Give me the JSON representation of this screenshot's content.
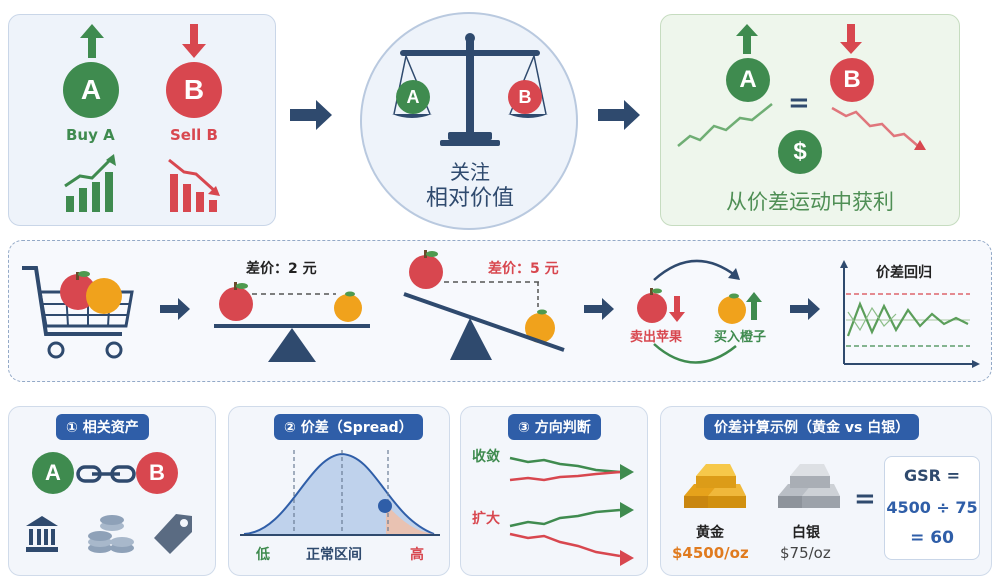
{
  "top": {
    "asset_a": "A",
    "asset_b": "B",
    "buy_label": "Buy A",
    "sell_label": "Sell B",
    "focus_line1": "关注",
    "focus_line2": "相对价值",
    "equals": "=",
    "dollar": "$",
    "profit_label": "从价差运动中获利"
  },
  "middle": {
    "spread_small": "差价：2 元",
    "spread_large": "差价：5 元",
    "sell_apple": "卖出苹果",
    "buy_orange": "买入橙子",
    "revert_title": "价差回归"
  },
  "bottom": {
    "p1_title": "① 相关资产",
    "p2_title": "② 价差（Spread）",
    "p2_low": "低",
    "p2_normal": "正常区间",
    "p2_high": "高",
    "p3_title": "③ 方向判断",
    "p3_converge": "收敛",
    "p3_expand": "扩大",
    "p4_title": "价差计算示例（黄金 vs 白银）",
    "gold_label": "黄金",
    "gold_price": "$4500/oz",
    "silver_label": "白银",
    "silver_price": "$75/oz",
    "gsr_line1": "GSR =",
    "gsr_line2": "4500 ÷ 75",
    "gsr_line3": "= 60"
  },
  "colors": {
    "green": "#3f8b4f",
    "red": "#d8474f",
    "navy": "#2f4a6e",
    "blue": "#2f5ea8",
    "orange": "#e07b1f"
  }
}
